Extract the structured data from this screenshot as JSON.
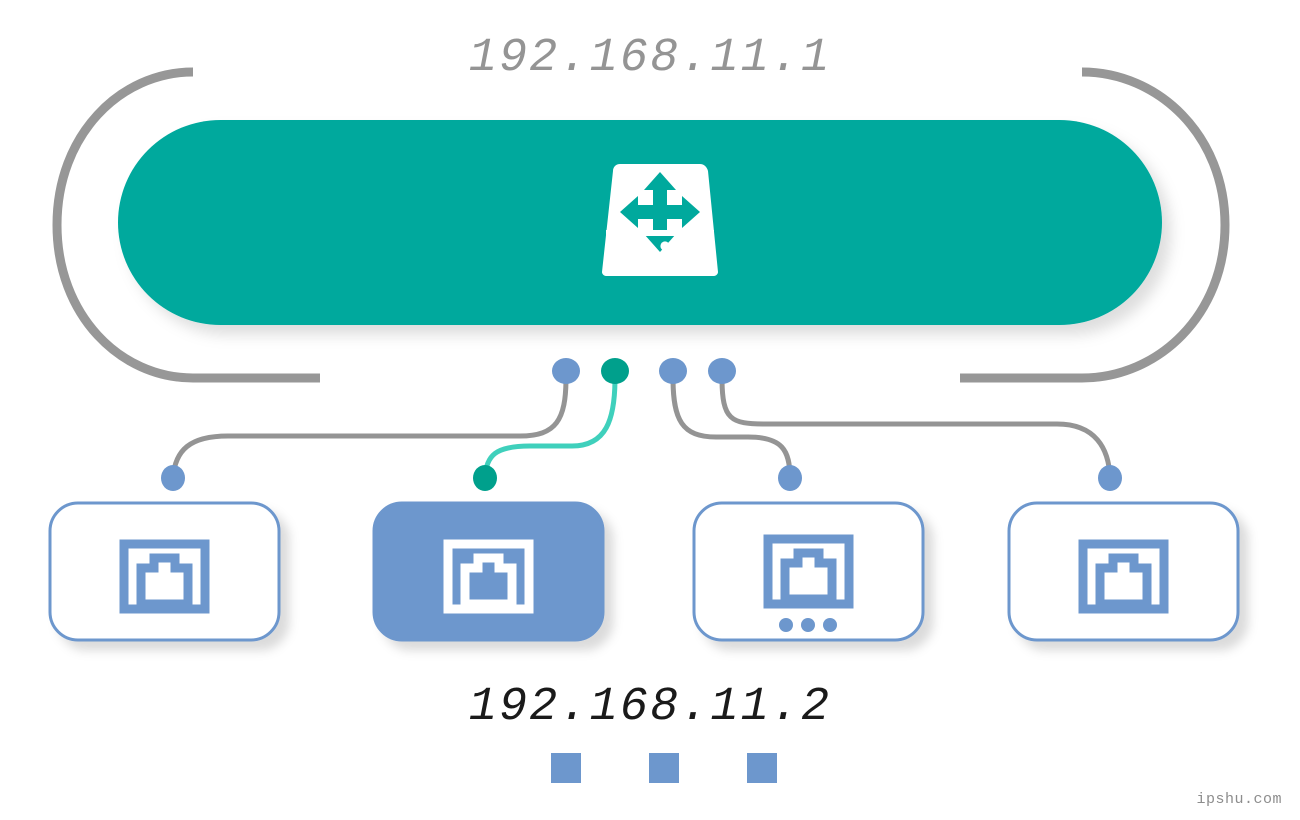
{
  "diagram": {
    "title": "network-switch-topology",
    "top_label": "192.168.11.1",
    "bottom_label": "192.168.11.2",
    "watermark": "ipshu.com"
  },
  "colors": {
    "teal_bar": "#00a99d",
    "subnet_outline": "#979797",
    "device_blue": "#6d97cd",
    "device_blue_fill": "#6d97cd",
    "link_gray": "#949494",
    "link_active": "#3fd0bc",
    "port_active": "#00a08c",
    "background": "#ffffff"
  },
  "switch": {
    "name": "core-switch",
    "icon": "network-switch-icon",
    "label": "192.168.11.1",
    "ports": [
      {
        "id": "port-1",
        "state": "inactive",
        "color": "#6d97cd"
      },
      {
        "id": "port-2",
        "state": "active",
        "color": "#00a08c"
      },
      {
        "id": "port-3",
        "state": "inactive",
        "color": "#6d97cd"
      },
      {
        "id": "port-4",
        "state": "inactive",
        "color": "#6d97cd"
      }
    ]
  },
  "links": [
    {
      "id": "link-1",
      "from": "port-1",
      "to": "device-1",
      "state": "inactive",
      "color": "#949494"
    },
    {
      "id": "link-2",
      "from": "port-2",
      "to": "device-2",
      "state": "active",
      "color": "#3fd0bc"
    },
    {
      "id": "link-3",
      "from": "port-3",
      "to": "device-3",
      "state": "inactive",
      "color": "#949494"
    },
    {
      "id": "link-4",
      "from": "port-4",
      "to": "device-4",
      "state": "inactive",
      "color": "#949494"
    }
  ],
  "devices": [
    {
      "id": "device-1",
      "icon": "ethernet-port-icon",
      "selected": false,
      "has_more_dots": false,
      "label": ""
    },
    {
      "id": "device-2",
      "icon": "ethernet-port-icon",
      "selected": true,
      "has_more_dots": false,
      "label": "192.168.11.2"
    },
    {
      "id": "device-3",
      "icon": "ethernet-port-icon",
      "selected": false,
      "has_more_dots": true,
      "label": ""
    },
    {
      "id": "device-4",
      "icon": "ethernet-port-icon",
      "selected": false,
      "has_more_dots": false,
      "label": ""
    }
  ],
  "selection_markers": [
    {
      "id": "marker-1",
      "color": "#6d97cd"
    },
    {
      "id": "marker-2",
      "color": "#6d97cd"
    },
    {
      "id": "marker-3",
      "color": "#6d97cd"
    }
  ]
}
